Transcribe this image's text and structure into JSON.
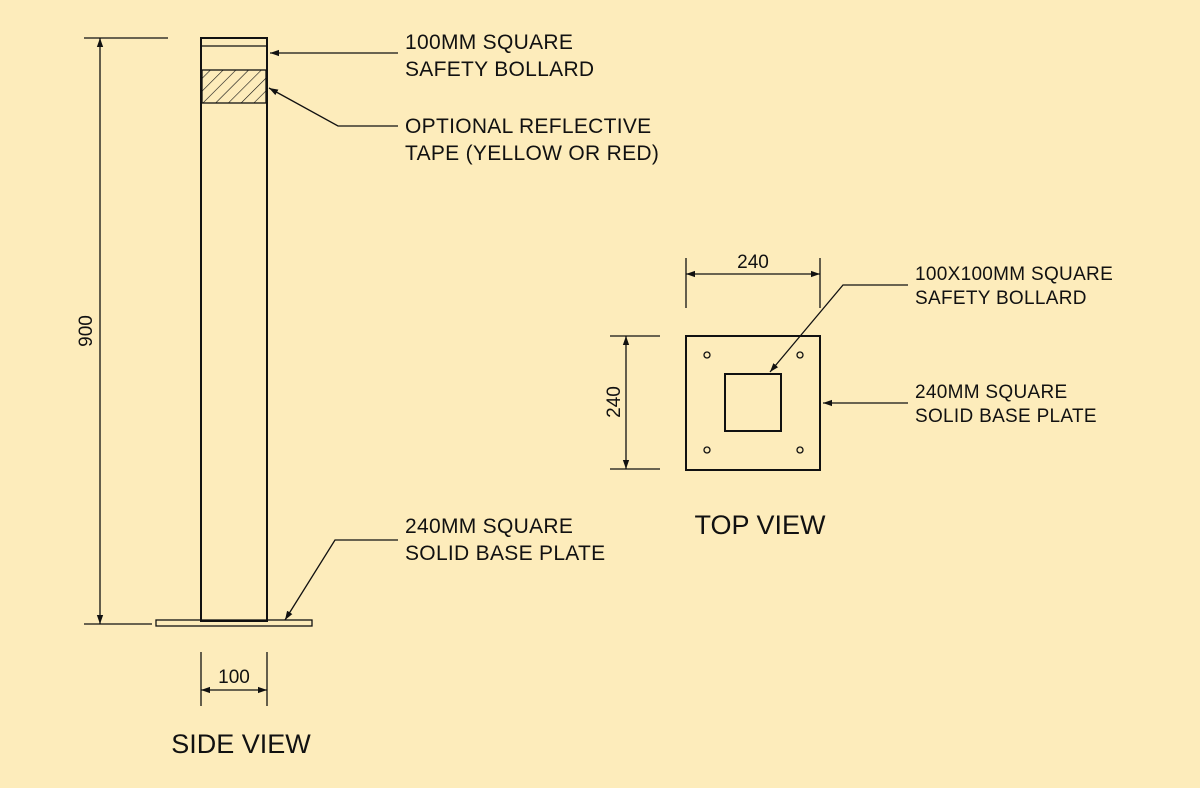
{
  "side_view": {
    "title": "SIDE VIEW",
    "height_dim": "900",
    "width_dim": "100",
    "callouts": {
      "bollard": [
        "100MM SQUARE",
        "SAFETY BOLLARD"
      ],
      "tape": [
        "OPTIONAL REFLECTIVE",
        "TAPE (YELLOW OR RED)"
      ],
      "base": [
        "240MM SQUARE",
        "SOLID BASE PLATE"
      ]
    }
  },
  "top_view": {
    "title": "TOP VIEW",
    "width_dim": "240",
    "height_dim": "240",
    "callouts": {
      "bollard": [
        "100X100MM SQUARE",
        "SAFETY BOLLARD"
      ],
      "base": [
        "240MM SQUARE",
        "SOLID BASE PLATE"
      ]
    }
  },
  "colors": {
    "background": "#fdecbb",
    "line": "#111111"
  }
}
